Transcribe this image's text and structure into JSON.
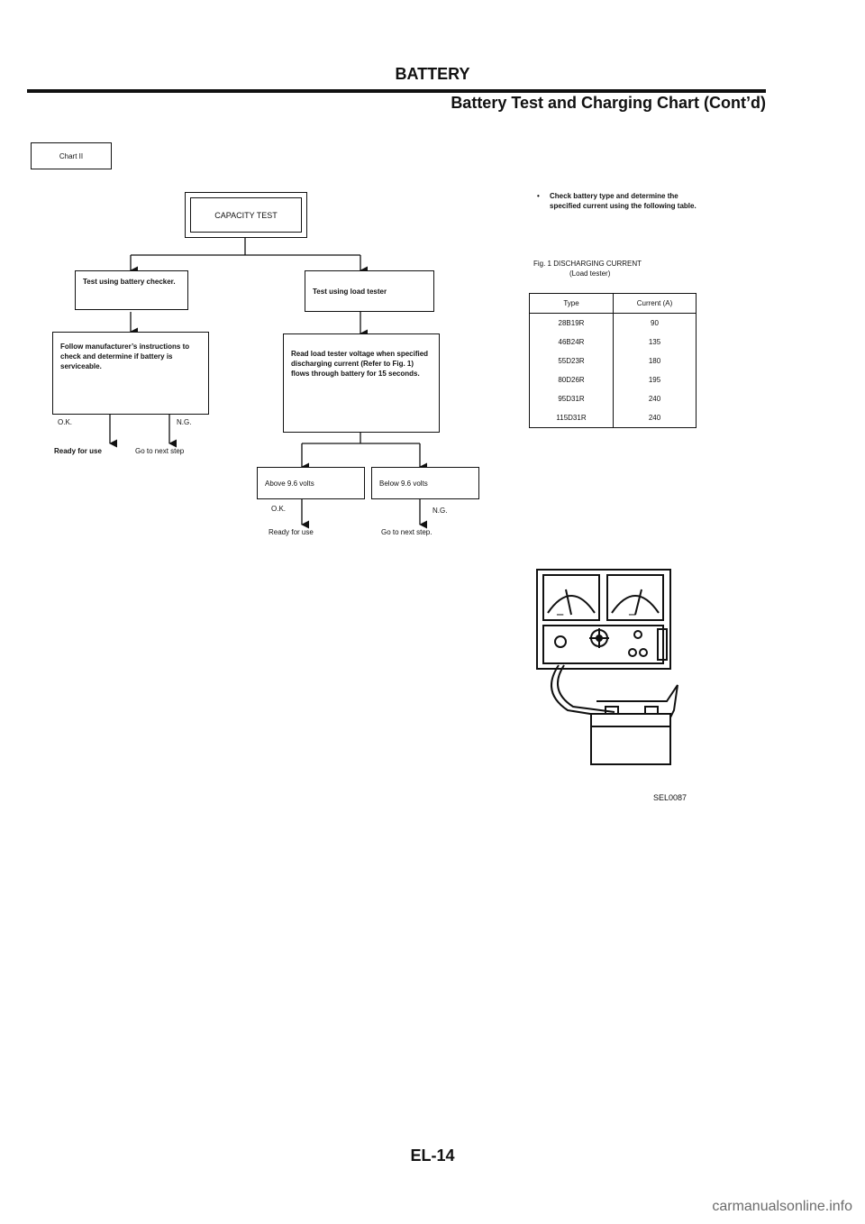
{
  "header": {
    "section": "BATTERY",
    "subtitle": "Battery Test and Charging Chart (Cont’d)"
  },
  "chart_label": "Chart II",
  "flow": {
    "capacity_test": "CAPACITY TEST",
    "battery_checker": "Test using battery checker.",
    "load_tester": "Test using load tester",
    "follow_manufacturer": "Follow manufacturer’s instructions to check and determine if battery is serviceable.",
    "read_load": "Read load tester voltage when specified discharging current (Refer to Fig. 1) flows through battery for 15 seconds.",
    "ok": "O.K.",
    "ng": "N.G.",
    "ready_for_use": "Ready for use",
    "go_next_step": "Go to next step",
    "above": "Above 9.6 volts",
    "below": "Below 9.6 volts",
    "ok2": "O.K.",
    "ng2": "N.G.",
    "ready_for_use2": "Ready for use",
    "go_next_step2": "Go to next step."
  },
  "note": "Check battery type and determine the specified current using the following table.",
  "fig_caption": {
    "line1": "Fig. 1 DISCHARGING CURRENT",
    "line2": "(Load tester)"
  },
  "table": {
    "headers": [
      "Type",
      "Current (A)"
    ],
    "rows": [
      [
        "28B19R",
        "90"
      ],
      [
        "46B24R",
        "135"
      ],
      [
        "55D23R",
        "180"
      ],
      [
        "80D26R",
        "195"
      ],
      [
        "95D31R",
        "240"
      ],
      [
        "115D31R",
        "240"
      ]
    ]
  },
  "figure_code": "SEL0087",
  "page_number": "EL-14",
  "watermark": "carmanualsonline.info"
}
